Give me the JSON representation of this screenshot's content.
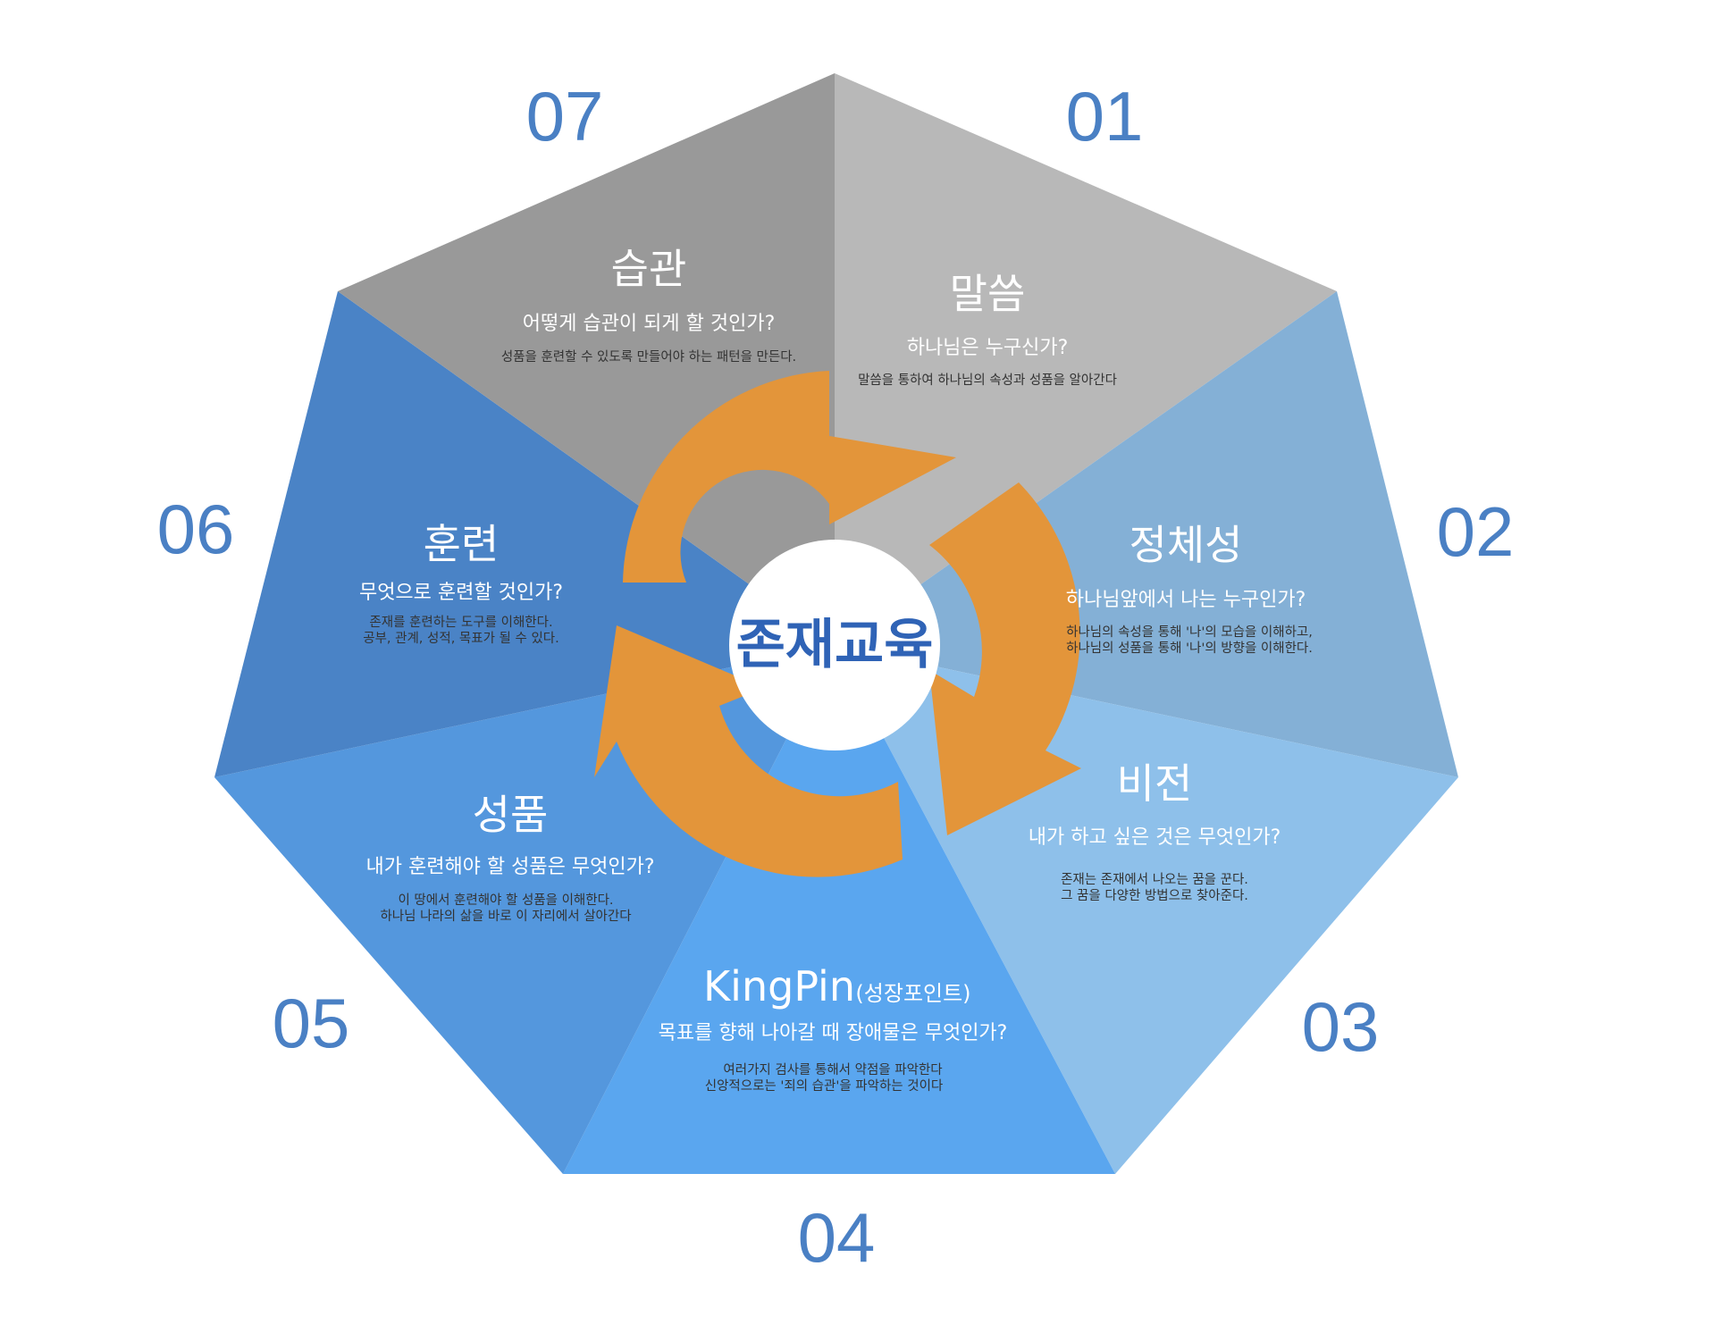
{
  "center": {
    "label": "존재교육"
  },
  "numbers": [
    "01",
    "02",
    "03",
    "04",
    "05",
    "06",
    "07"
  ],
  "segments": [
    {
      "num": "01",
      "title": "말씀",
      "question": "하나님은 누구신가?",
      "desc": [
        "말씀을 통하여 하나님의 속성과 성품을 알아간다"
      ]
    },
    {
      "num": "02",
      "title": "정체성",
      "question": "하나님앞에서 나는 누구인가?",
      "desc": [
        "하나님의 속성을 통해 '나'의 모습을 이해하고,",
        "하나님의 성품을 통해 '나'의 방향을 이해한다."
      ]
    },
    {
      "num": "03",
      "title": "비전",
      "question": "내가 하고 싶은 것은 무엇인가?",
      "desc": [
        "존재는 존재에서 나오는 꿈을 꾼다.",
        "그 꿈을 다양한 방법으로 찾아준다."
      ]
    },
    {
      "num": "04",
      "title": "KingPin",
      "title_sub": "(성장포인트)",
      "question": "목표를 향해 나아갈 때 장애물은 무엇인가?",
      "desc": [
        "여러가지 검사를 통해서 약점을 파악한다",
        "신앙적으로는 '죄의 습관'을 파악하는 것이다"
      ]
    },
    {
      "num": "05",
      "title": "성품",
      "question": "내가 훈련해야 할 성품은 무엇인가?",
      "desc": [
        "이 땅에서 훈련해야 할 성품을 이해한다.",
        "하나님 나라의 삶을 바로 이 자리에서 살아간다"
      ]
    },
    {
      "num": "06",
      "title": "훈련",
      "question": "무엇으로 훈련할 것인가?",
      "desc": [
        "존재를 훈련하는 도구를 이해한다.",
        "공부, 관계, 성적, 목표가 될 수 있다."
      ]
    },
    {
      "num": "07",
      "title": "습관",
      "question": "어떻게 습관이 되게 할 것인가?",
      "desc": [
        "성품을 훈련할 수 있도록 만들어야 하는 패턴을 만든다."
      ]
    }
  ],
  "colors": {
    "seg01": "#b8b8b8",
    "seg02": "#84b0d6",
    "seg03": "#8ec0ea",
    "seg04": "#5aa6ef",
    "seg05": "#5497dd",
    "seg06": "#4a83c6",
    "seg07": "#999999",
    "arrow": "#e3953a",
    "number": "#4a80c4",
    "center_text": "#2f63b6",
    "dark_text": "#333333",
    "light_text": "#ffffff"
  }
}
